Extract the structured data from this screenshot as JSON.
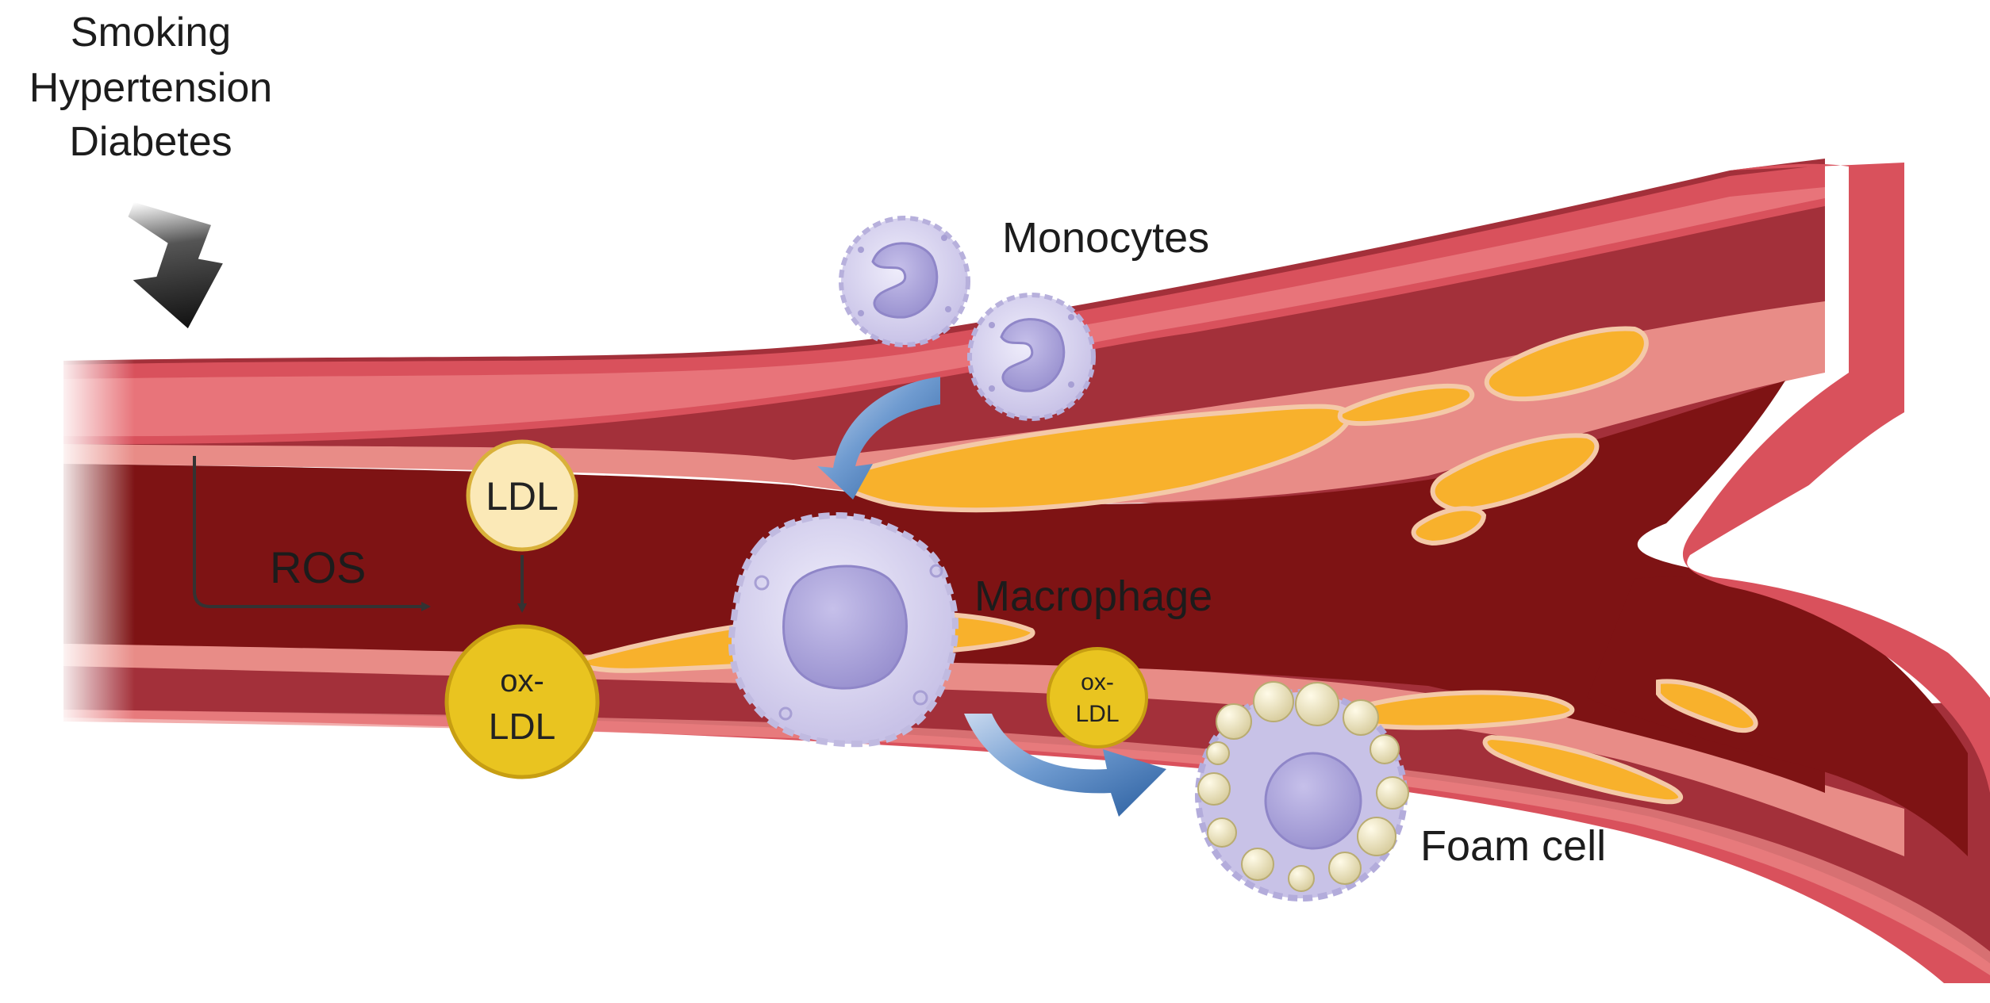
{
  "risk_factors": [
    "Smoking",
    "Hypertension",
    "Diabetes"
  ],
  "labels": {
    "monocytes": "Monocytes",
    "macrophage": "Macrophage",
    "foam_cell": "Foam cell",
    "ros": "ROS",
    "ldl": "LDL",
    "ox_ldl_line1": "ox-",
    "ox_ldl_line2": "LDL"
  },
  "colors": {
    "outer_wall": "#d9515c",
    "wall_dark": "#a3303a",
    "lumen": "#7e1314",
    "intima": "#e88c87",
    "plaque": "#f8b12c",
    "ldl": "#fbe9b7",
    "ox_ldl": "#e9c420",
    "cell": "#cdc8ea",
    "nucleus": "#a7a0d6",
    "flow_arrow": "#2f67a8"
  }
}
